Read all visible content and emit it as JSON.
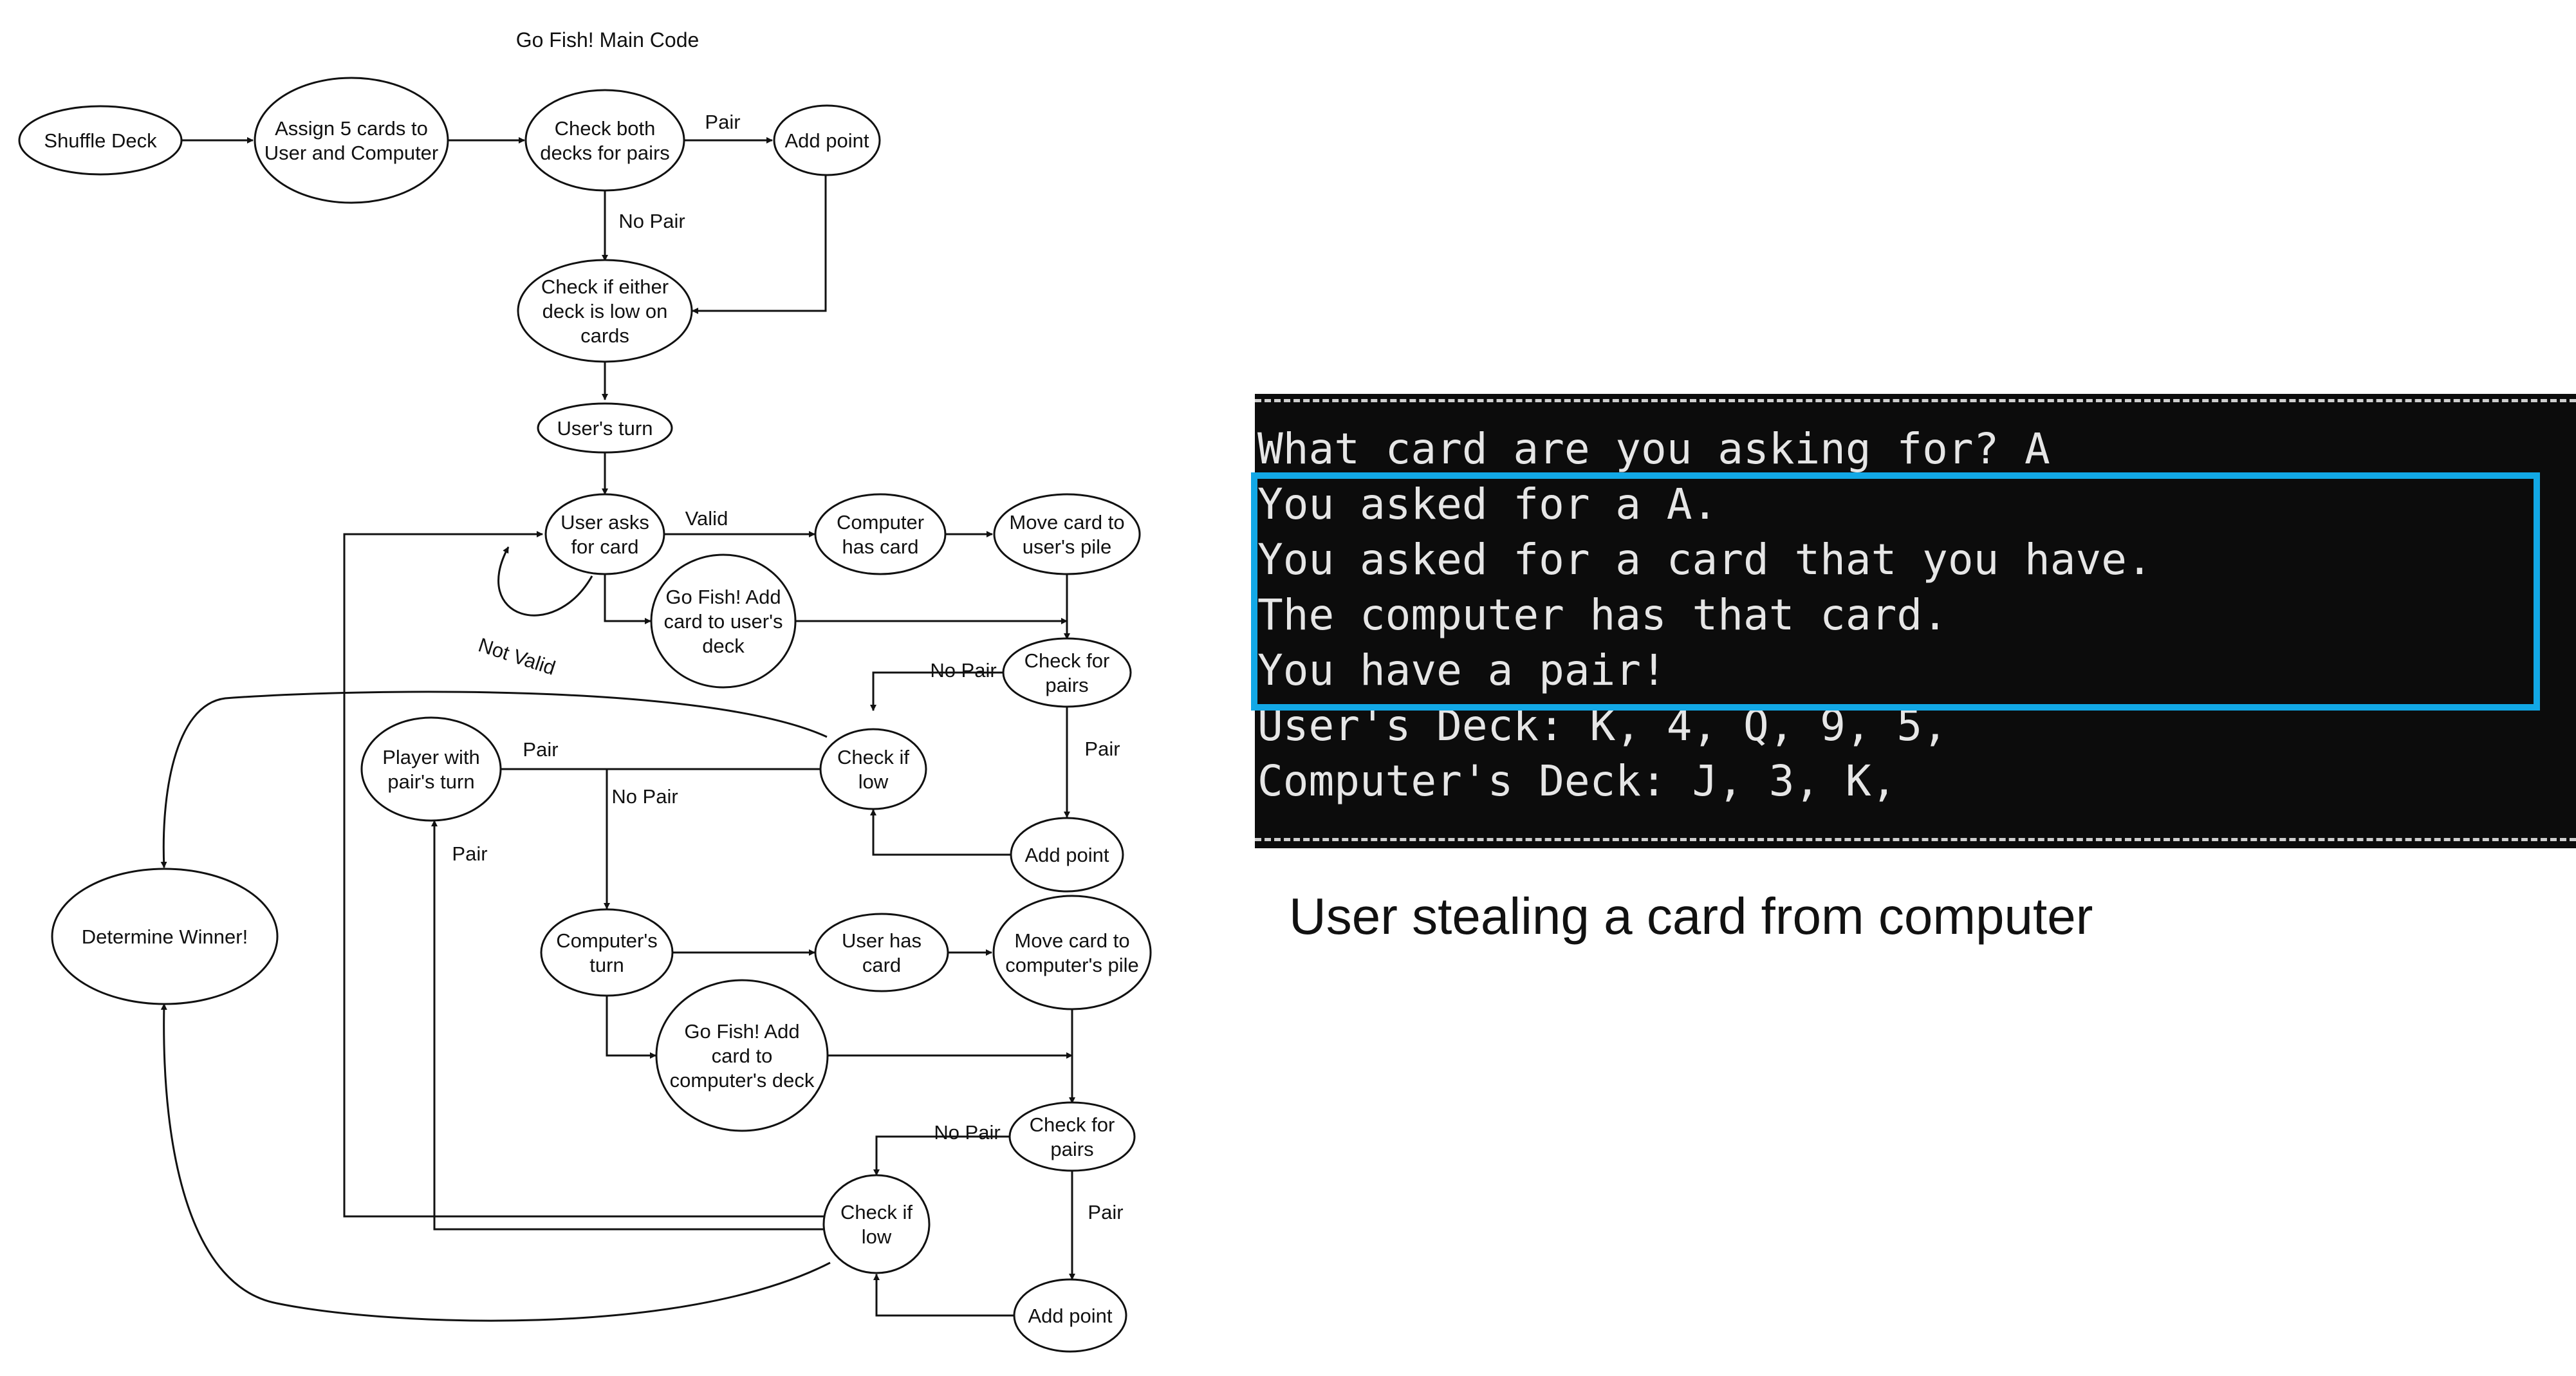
{
  "flowchart": {
    "title": "Go Fish! Main Code",
    "nodes": {
      "shuffle": [
        "Shuffle Deck"
      ],
      "assign": [
        "Assign 5 cards to",
        "User and Computer"
      ],
      "check_both": [
        "Check both",
        "decks for pairs"
      ],
      "add_point_1": [
        "Add point"
      ],
      "check_low": [
        "Check if either",
        "deck is low on",
        "cards"
      ],
      "users_turn": [
        "User's turn"
      ],
      "user_asks": [
        "User asks",
        "for card"
      ],
      "computer_has": [
        "Computer",
        "has card"
      ],
      "move_user": [
        "Move card to",
        "user's pile"
      ],
      "go_fish_user": [
        "Go Fish! Add",
        "card to user's",
        "deck"
      ],
      "check_pairs_1": [
        "Check for",
        "pairs"
      ],
      "check_low_1": [
        "Check if",
        "low"
      ],
      "pair_turn": [
        "Player with",
        "pair's turn"
      ],
      "add_point_2": [
        "Add point"
      ],
      "determine": [
        "Determine Winner!"
      ],
      "comp_turn": [
        "Computer's",
        "turn"
      ],
      "user_has": [
        "User has",
        "card"
      ],
      "move_comp": [
        "Move card to",
        "computer's pile"
      ],
      "go_fish_comp": [
        "Go Fish! Add",
        "card to",
        "computer's deck"
      ],
      "check_pairs_2": [
        "Check for",
        "pairs"
      ],
      "check_low_2": [
        "Check if",
        "low"
      ],
      "add_point_3": [
        "Add point"
      ]
    },
    "edge_labels": {
      "pair_1": "Pair",
      "no_pair_1": "No Pair",
      "valid": "Valid",
      "not_valid": "Not Valid",
      "no_pair_2": "No Pair",
      "pair_2": "Pair",
      "pair_3": "Pair",
      "no_pair_3": "No Pair",
      "pair_4": "Pair",
      "no_pair_4": "No Pair",
      "pair_5": "Pair"
    }
  },
  "console": {
    "lines": [
      "What card are you asking for? A",
      "You asked for a A.",
      "You asked for a card that you have.",
      "The computer has that card.",
      "You have a pair!",
      "User's Deck: K, 4, Q, 9, 5,",
      "Computer's Deck: J, 3, K,"
    ]
  },
  "caption": "User stealing a card from computer",
  "colors": {
    "console_bg": "#0c0c0c",
    "console_text": "#e6e6e6",
    "highlight": "#12a8e6"
  }
}
